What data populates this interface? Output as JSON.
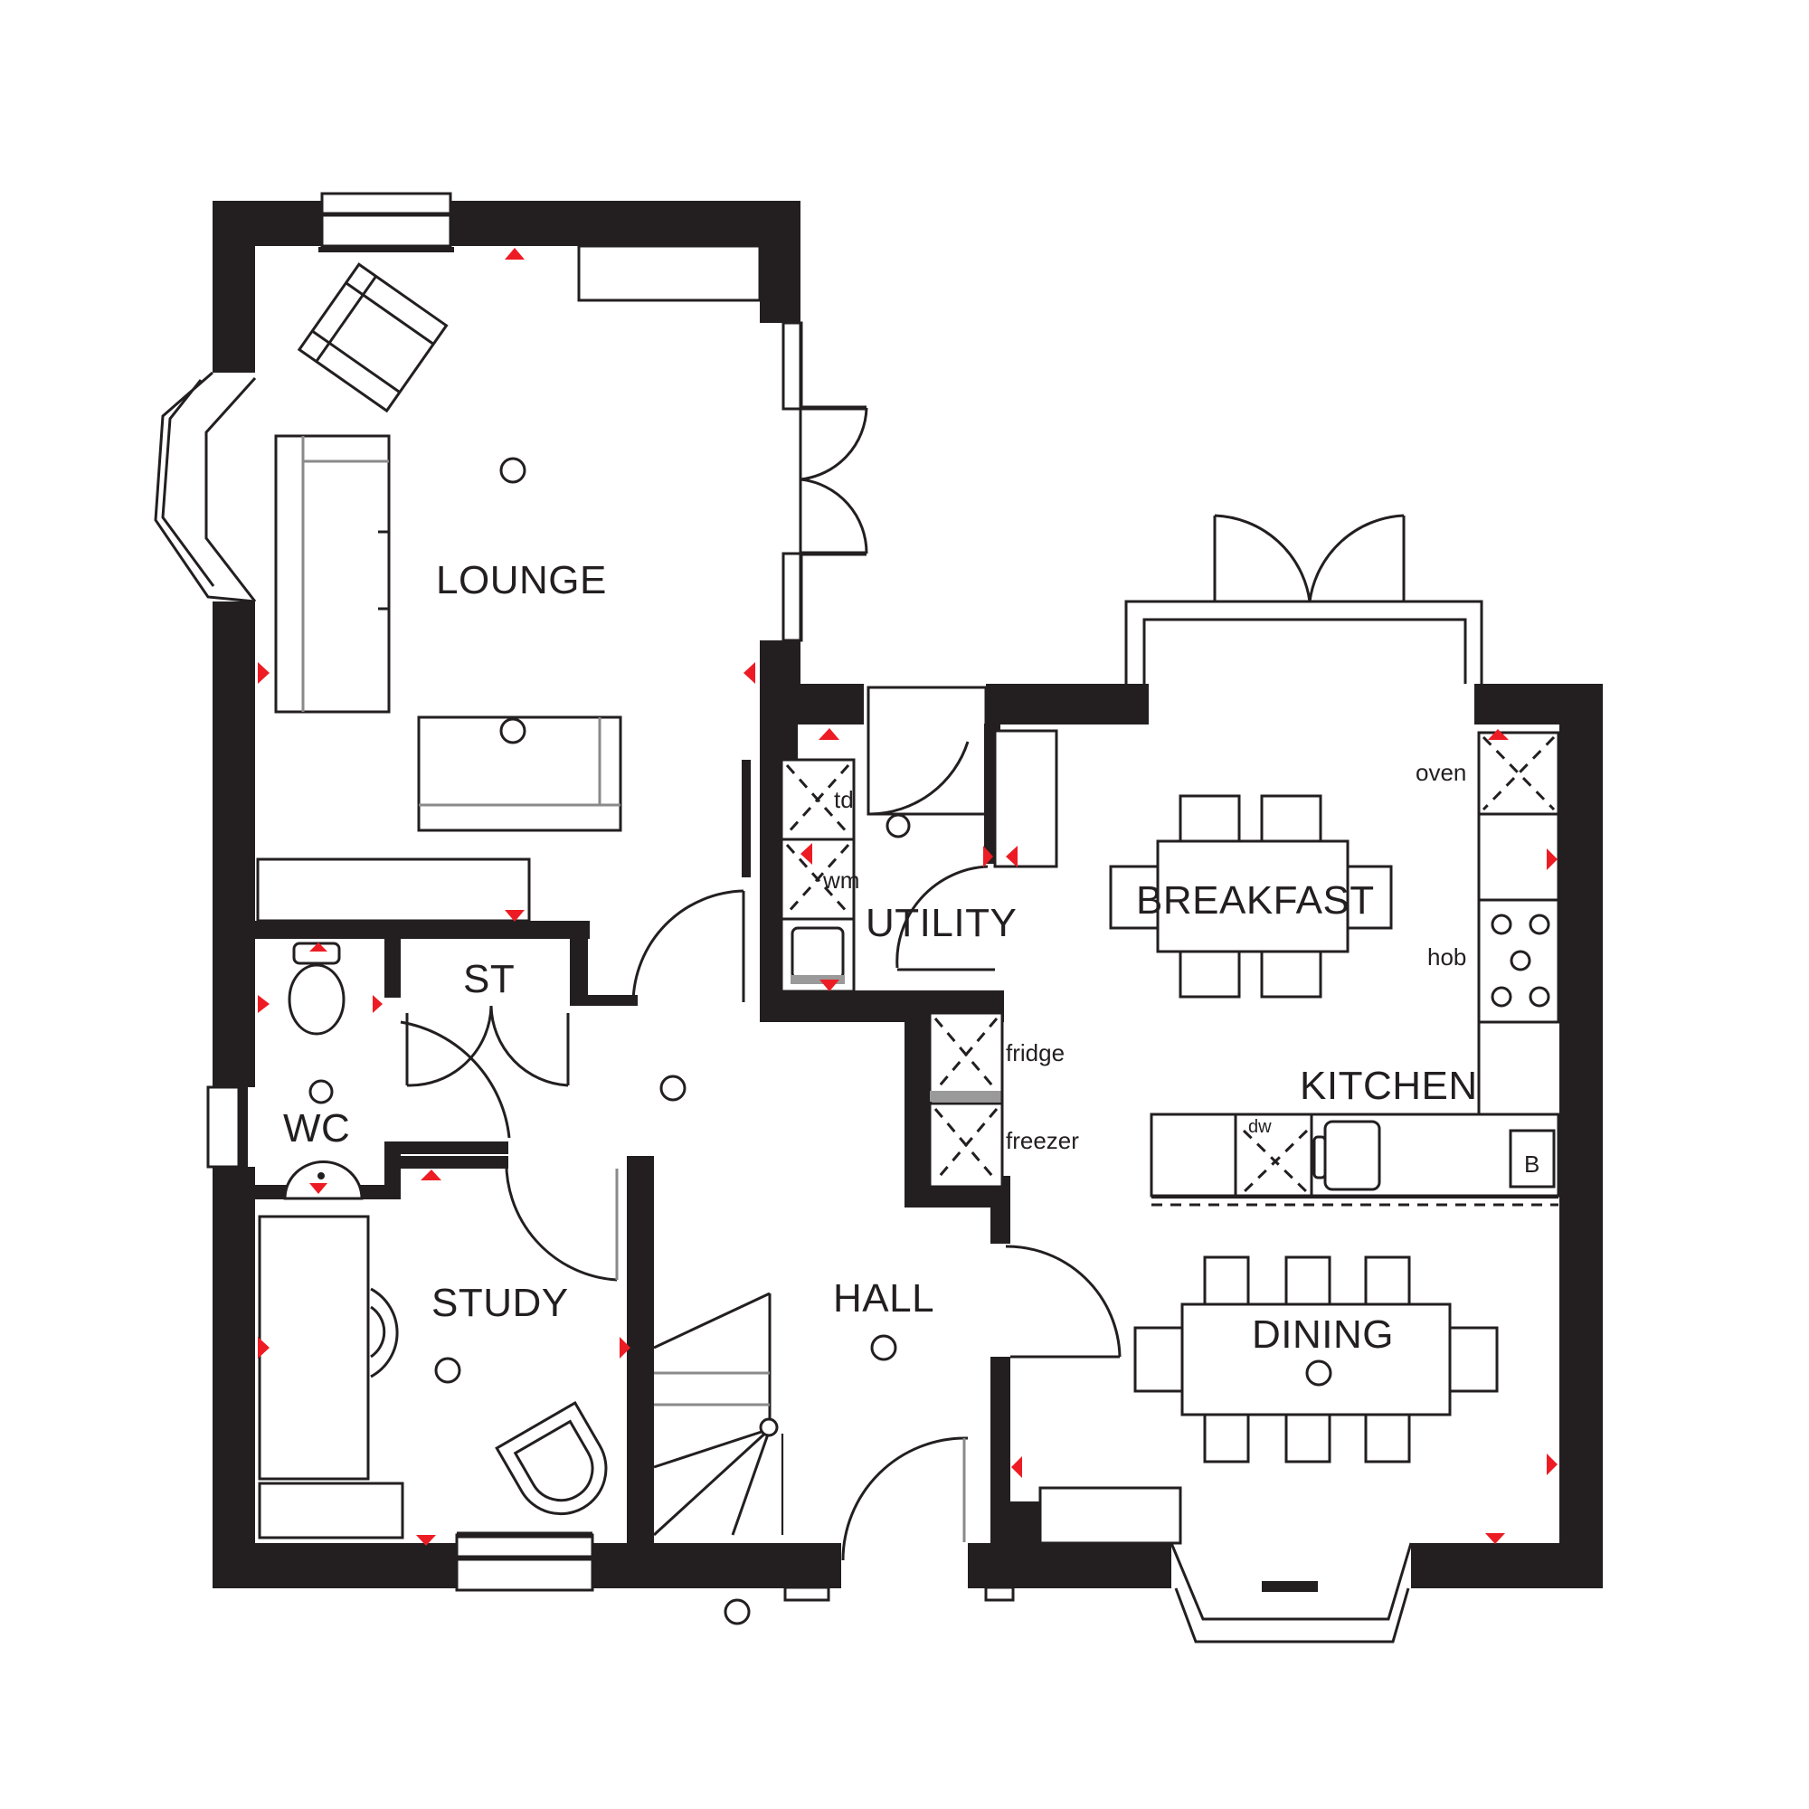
{
  "plan": {
    "title": "Ground floor plan",
    "colors": {
      "wall": "#231f20",
      "line": "#231f20",
      "marker": "#ed1c24",
      "background": "#ffffff"
    },
    "rooms": [
      {
        "id": "lounge",
        "label": "LOUNGE"
      },
      {
        "id": "utility",
        "label": "UTILITY"
      },
      {
        "id": "breakfast",
        "label": "BREAKFAST"
      },
      {
        "id": "kitchen",
        "label": "KITCHEN"
      },
      {
        "id": "st",
        "label": "ST"
      },
      {
        "id": "wc",
        "label": "WC"
      },
      {
        "id": "study",
        "label": "STUDY"
      },
      {
        "id": "hall",
        "label": "HALL"
      },
      {
        "id": "dining",
        "label": "DINING"
      }
    ],
    "appliances": [
      {
        "id": "td",
        "label": "td"
      },
      {
        "id": "wm",
        "label": "wm"
      },
      {
        "id": "oven",
        "label": "oven"
      },
      {
        "id": "hob",
        "label": "hob"
      },
      {
        "id": "fridge",
        "label": "fridge"
      },
      {
        "id": "freezer",
        "label": "freezer"
      },
      {
        "id": "dw",
        "label": "dw"
      },
      {
        "id": "boiler",
        "label": "B"
      }
    ],
    "legend_symbols": [
      "red-triangle: electrical socket / point marker",
      "circle: ceiling light point",
      "dashed-x box: appliance space"
    ]
  }
}
